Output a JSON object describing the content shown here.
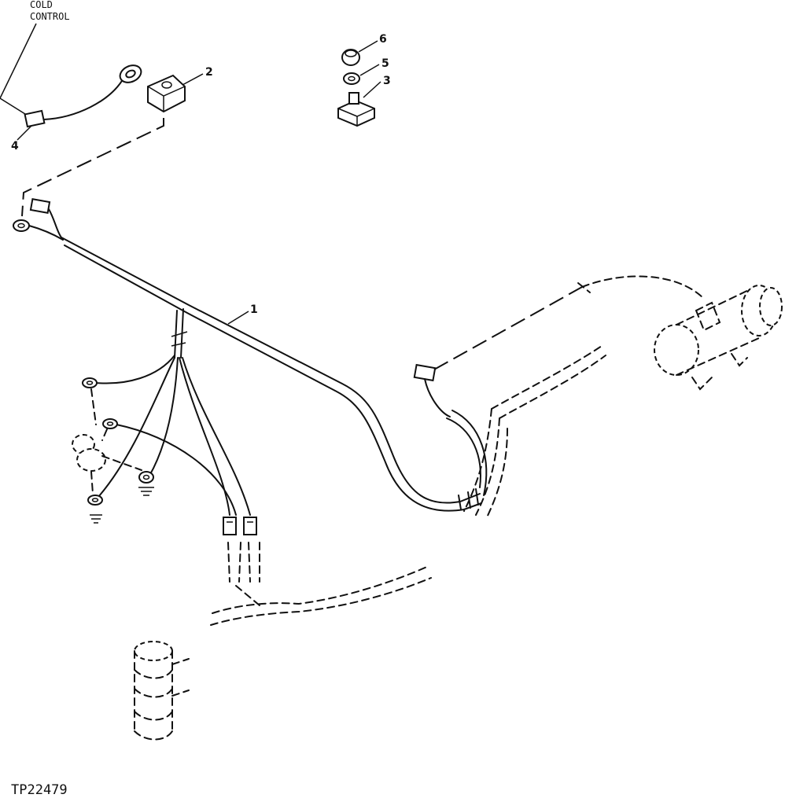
{
  "diagram": {
    "cold_control_label": [
      "COLD",
      "CONTROL"
    ],
    "callouts": {
      "harness": "1",
      "relay": "2",
      "switch": "3",
      "lead": "4",
      "nut": "5",
      "knob": "6"
    },
    "figure_id": "TP22479"
  }
}
